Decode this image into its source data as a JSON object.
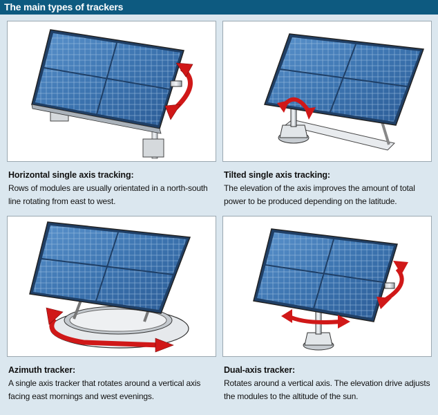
{
  "header": {
    "title": "The main types of trackers"
  },
  "colors": {
    "header_bg": "#0d5a80",
    "page_bg": "#dbe7ef",
    "panel_bg": "#ffffff",
    "module_blue": "#3f78b4",
    "arrow_red": "#d01818"
  },
  "trackers": [
    {
      "title": "Horizontal single axis tracking:",
      "description": "Rows of modules are usually orientated in a north-south line rotating from east to west.",
      "illustration": "horizontal-single-axis-tracker-illustration"
    },
    {
      "title": "Tilted single axis tracking:",
      "description": "The elevation of the axis improves the amount of total power to be produced depending on the latitude.",
      "illustration": "tilted-single-axis-tracker-illustration"
    },
    {
      "title": "Azimuth tracker:",
      "description": "A single axis tracker that rotates around a vertical axis facing east mornings and west evenings.",
      "illustration": "azimuth-tracker-illustration"
    },
    {
      "title": "Dual-axis tracker:",
      "description": "Rotates around a vertical axis. The elevation drive adjusts the modules to the altitude of the sun.",
      "illustration": "dual-axis-tracker-illustration"
    }
  ]
}
